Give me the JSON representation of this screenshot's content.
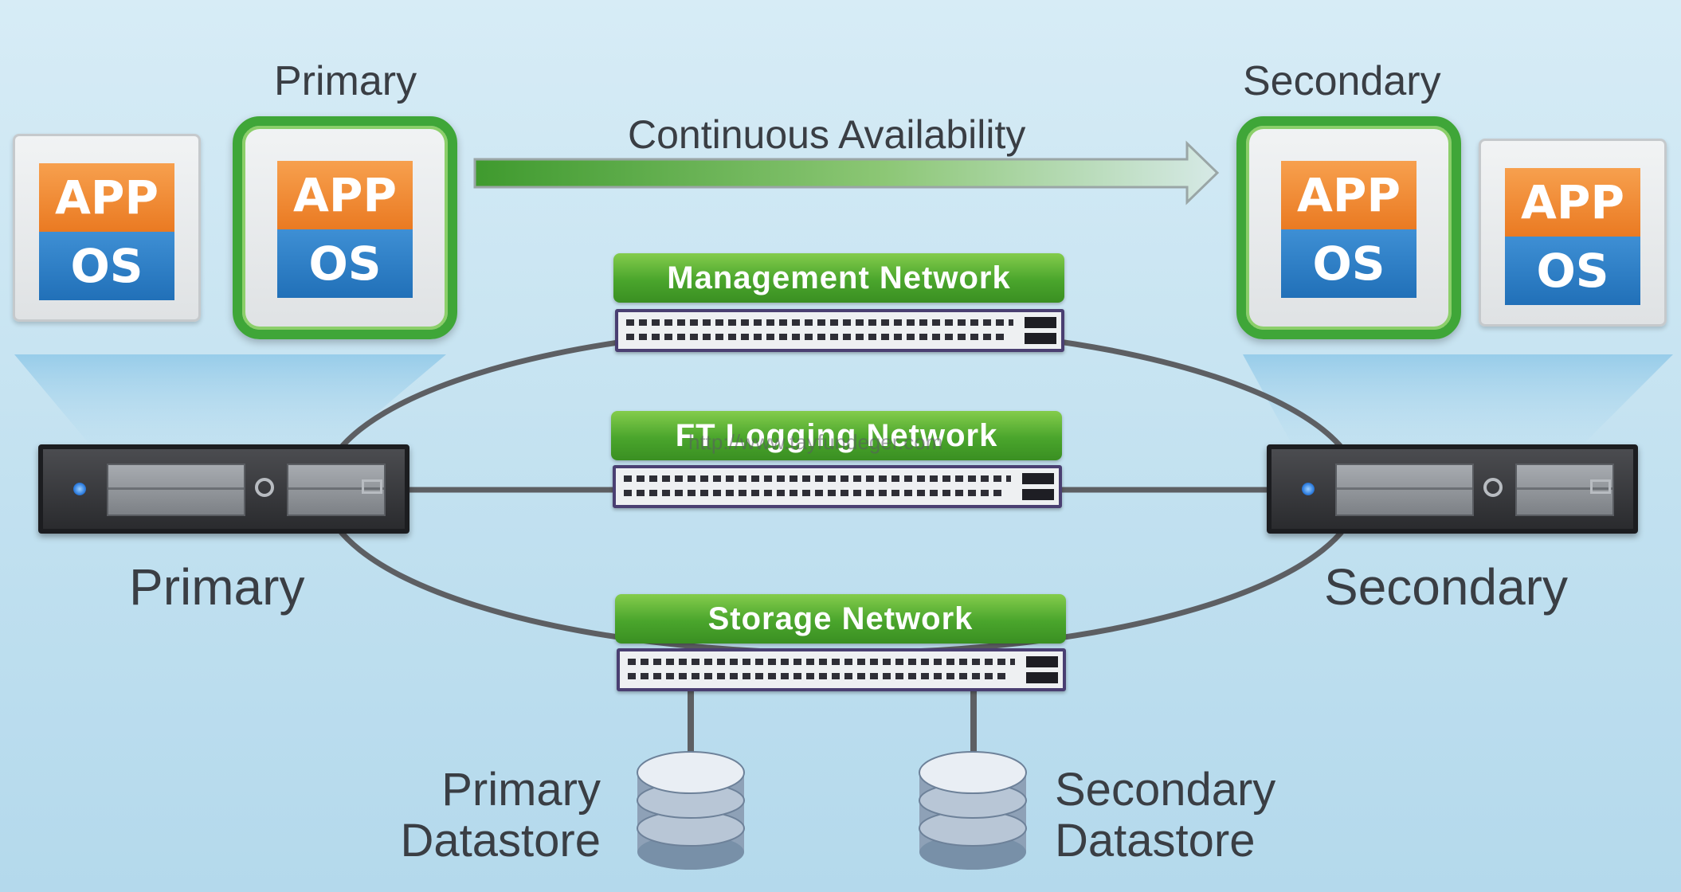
{
  "labels": {
    "primary_top": "Primary",
    "secondary_top": "Secondary",
    "continuous_availability": "Continuous Availability",
    "primary_host": "Primary",
    "secondary_host": "Secondary",
    "primary_datastore_line1": "Primary",
    "primary_datastore_line2": "Datastore",
    "secondary_datastore_line1": "Secondary",
    "secondary_datastore_line2": "Datastore"
  },
  "vms": [
    {
      "id": "primary-standby",
      "app": "APP",
      "os": "OS",
      "ft_protected": false
    },
    {
      "id": "primary-ft",
      "app": "APP",
      "os": "OS",
      "ft_protected": true
    },
    {
      "id": "secondary-ft",
      "app": "APP",
      "os": "OS",
      "ft_protected": true
    },
    {
      "id": "secondary-standby",
      "app": "APP",
      "os": "OS",
      "ft_protected": false
    }
  ],
  "networks": {
    "management": "Management Network",
    "ft_logging": "FT Logging Network",
    "storage": "Storage Network"
  },
  "watermark": "http://www.tayfundeger.com",
  "colors": {
    "ft_green": "#3fa638",
    "app_orange": "#ea7a22",
    "os_blue": "#2170b8",
    "network_green": "#4aa52c"
  }
}
